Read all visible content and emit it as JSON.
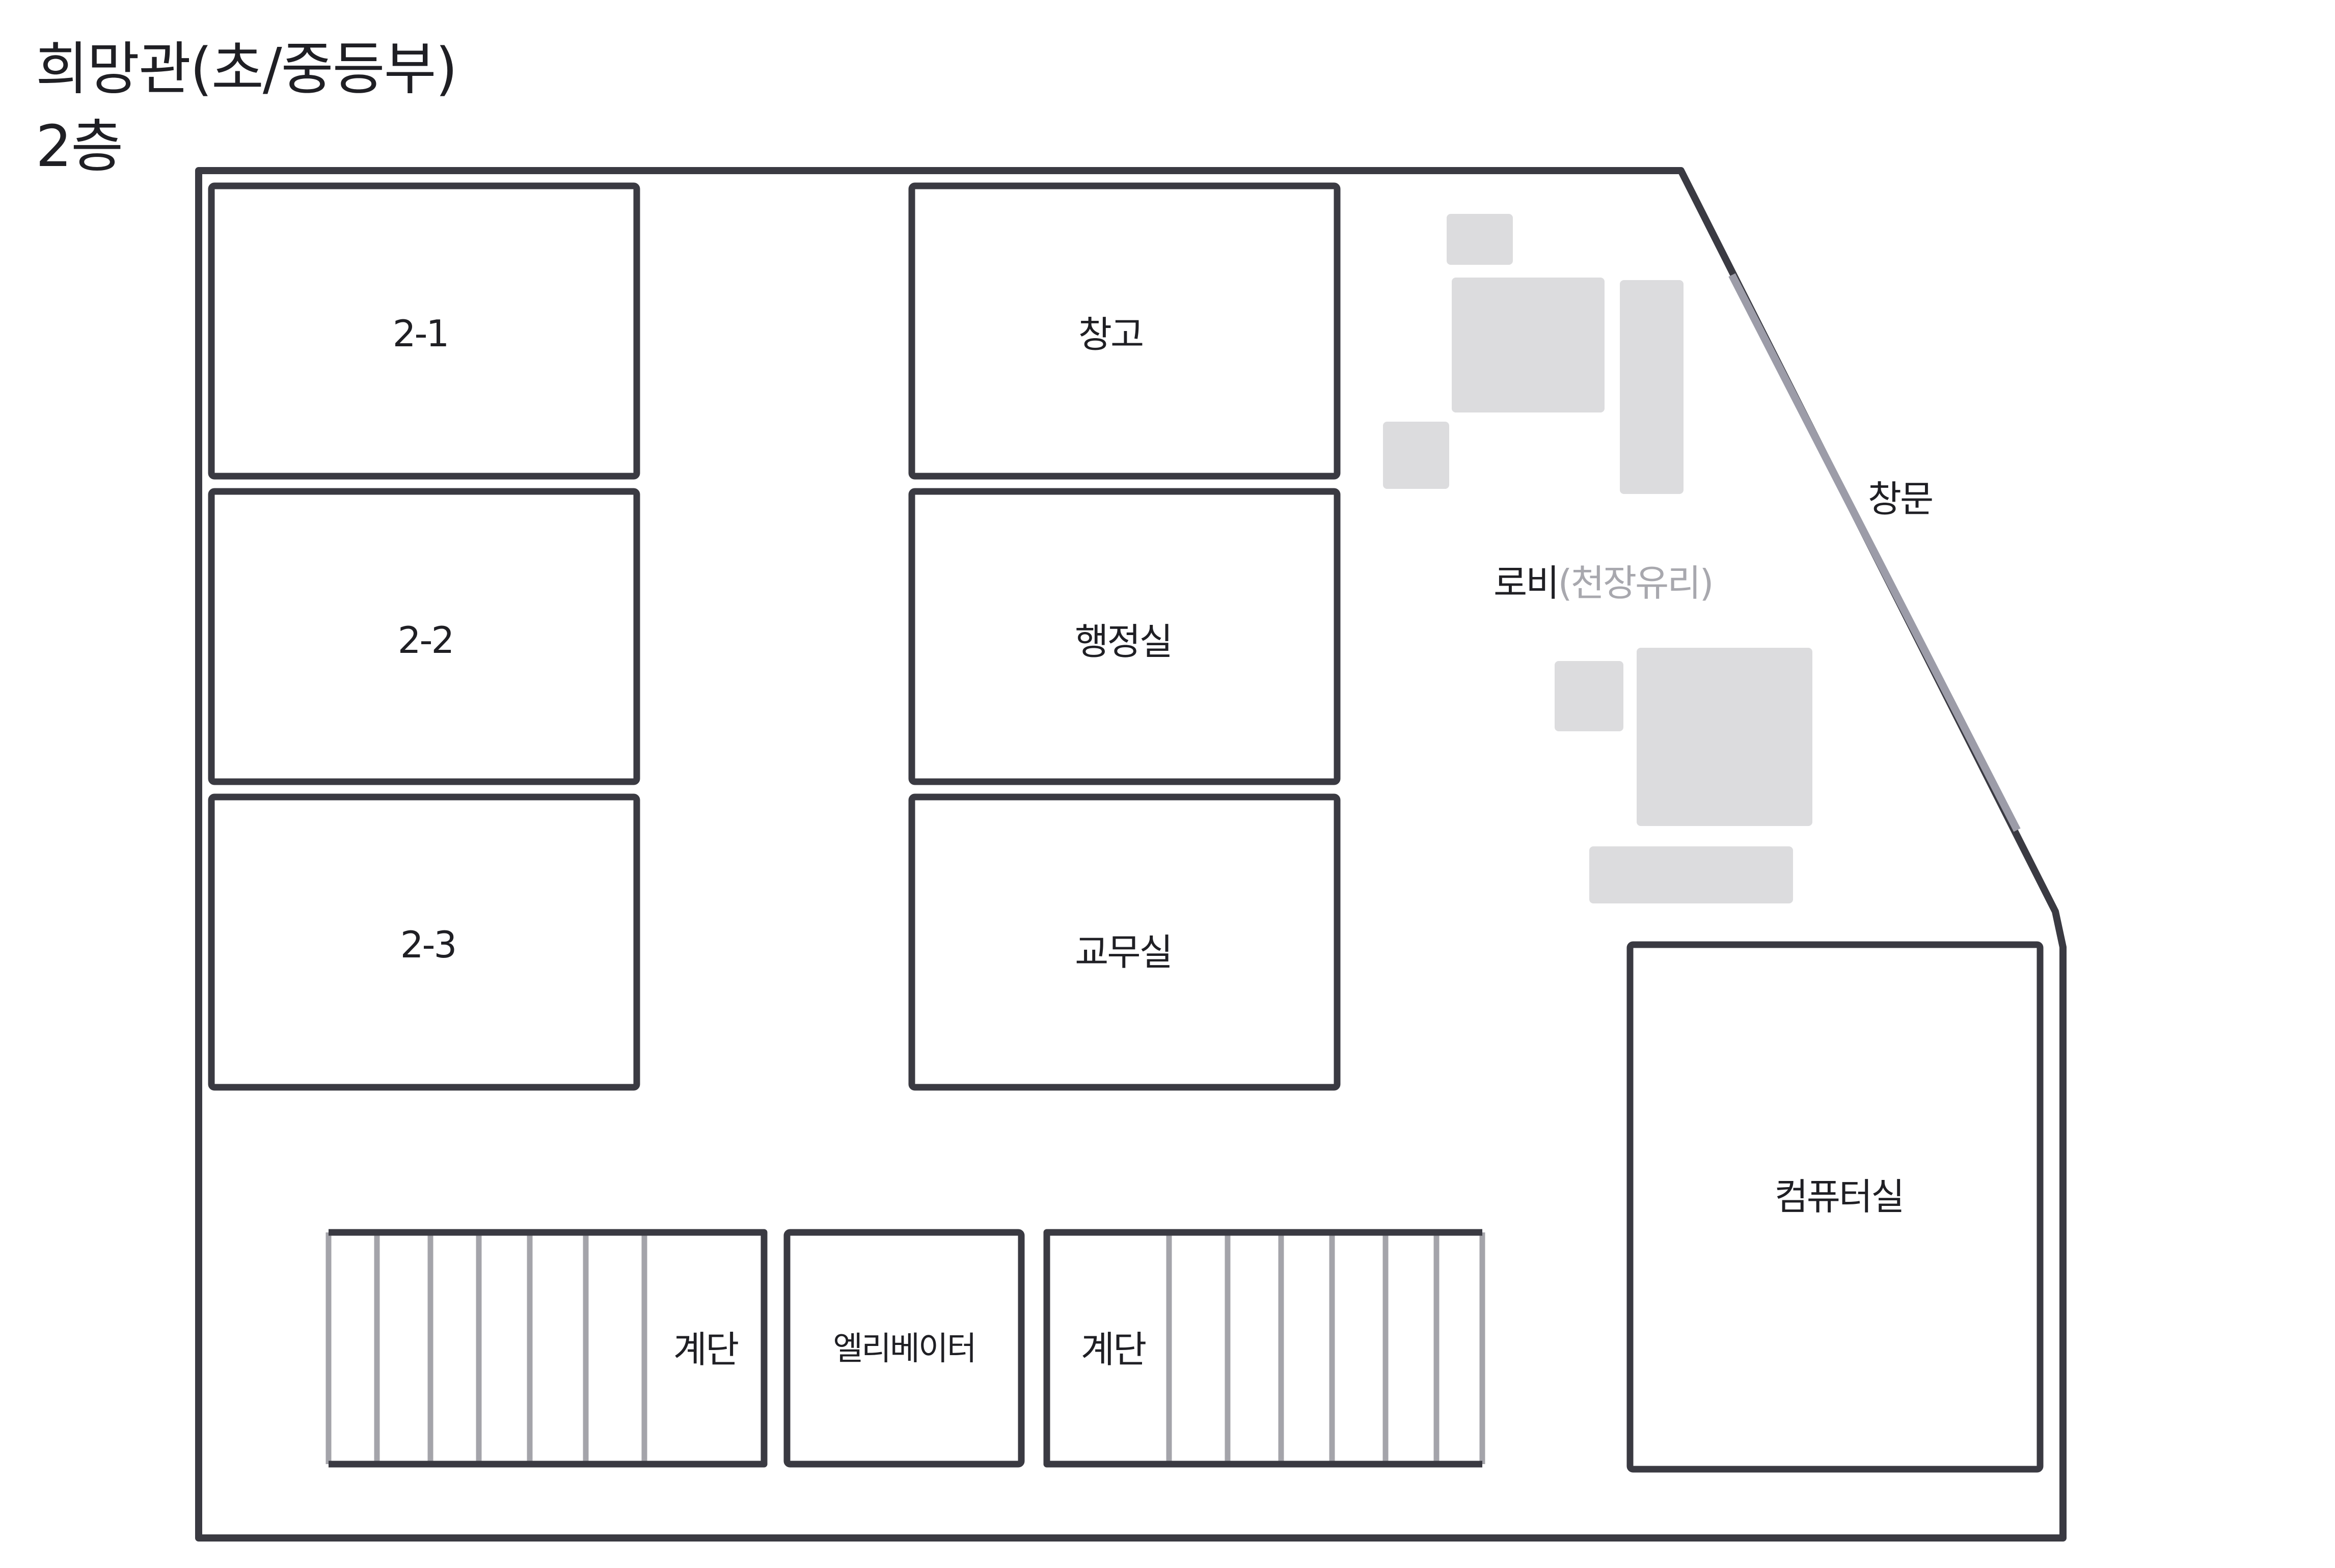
{
  "building": {
    "name": "희망관(초/중등부)",
    "floor": "2층"
  },
  "rooms": {
    "classroom_2_1": "2-1",
    "classroom_2_2": "2-2",
    "classroom_2_3": "2-3",
    "storage": "창고",
    "admin_office": "행정실",
    "teachers_office": "교무실",
    "computer_room": "컴퓨터실",
    "stairs_left": "계단",
    "elevator": "엘리베이터",
    "stairs_right": "계단"
  },
  "lobby": {
    "label": "로비",
    "note": "(천장유리)"
  },
  "window": {
    "label": "창문"
  },
  "colors": {
    "wall": "#3a3a42",
    "stair_line": "#a4a4aa",
    "window": "#9c9ca8",
    "furniture": "#dcdcde",
    "lobby_note": "#a8a8ae",
    "text": "#1f1f24"
  }
}
